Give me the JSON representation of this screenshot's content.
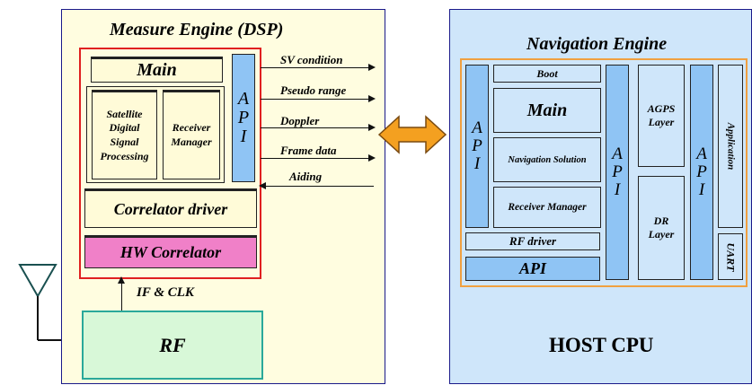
{
  "measure_engine": {
    "title": "Measure Engine (DSP)",
    "main": "Main",
    "api_letters": [
      "A",
      "P",
      "I"
    ],
    "satellite_lines": [
      "Satellite",
      "Digital",
      "Signal",
      "Processing"
    ],
    "receiver_lines": [
      "Receiver",
      "Manager"
    ],
    "correlator_driver": "Correlator driver",
    "hw_correlator": "HW Correlator",
    "if_clk": "IF & CLK",
    "rf": "RF"
  },
  "signals": [
    {
      "label": "SV condition",
      "direction": "out"
    },
    {
      "label": "Pseudo range",
      "direction": "out"
    },
    {
      "label": "Doppler",
      "direction": "out"
    },
    {
      "label": "Frame data",
      "direction": "out"
    },
    {
      "label": "Aiding",
      "direction": "in"
    }
  ],
  "navigation_engine": {
    "title": "Navigation Engine",
    "boot": "Boot",
    "main": "Main",
    "navigation_solution": "Navigation Solution",
    "receiver_manager": "Receiver Manager",
    "rf_driver": "RF driver",
    "api": "API",
    "api_letters": [
      "A",
      "P",
      "I"
    ],
    "agps_lines": [
      "AGPS",
      "Layer"
    ],
    "dr_lines": [
      "DR",
      "Layer"
    ],
    "application": "Application",
    "uart": "UART",
    "host_cpu": "HOST CPU"
  },
  "colors": {
    "yellow_panel": "#fffde0",
    "blue_panel": "#cfe6fa",
    "api_blue": "#8fc4f4",
    "hw_pink": "#f080c8",
    "rf_green": "#d8f8d8",
    "orange_arrow": "#f4a020"
  }
}
